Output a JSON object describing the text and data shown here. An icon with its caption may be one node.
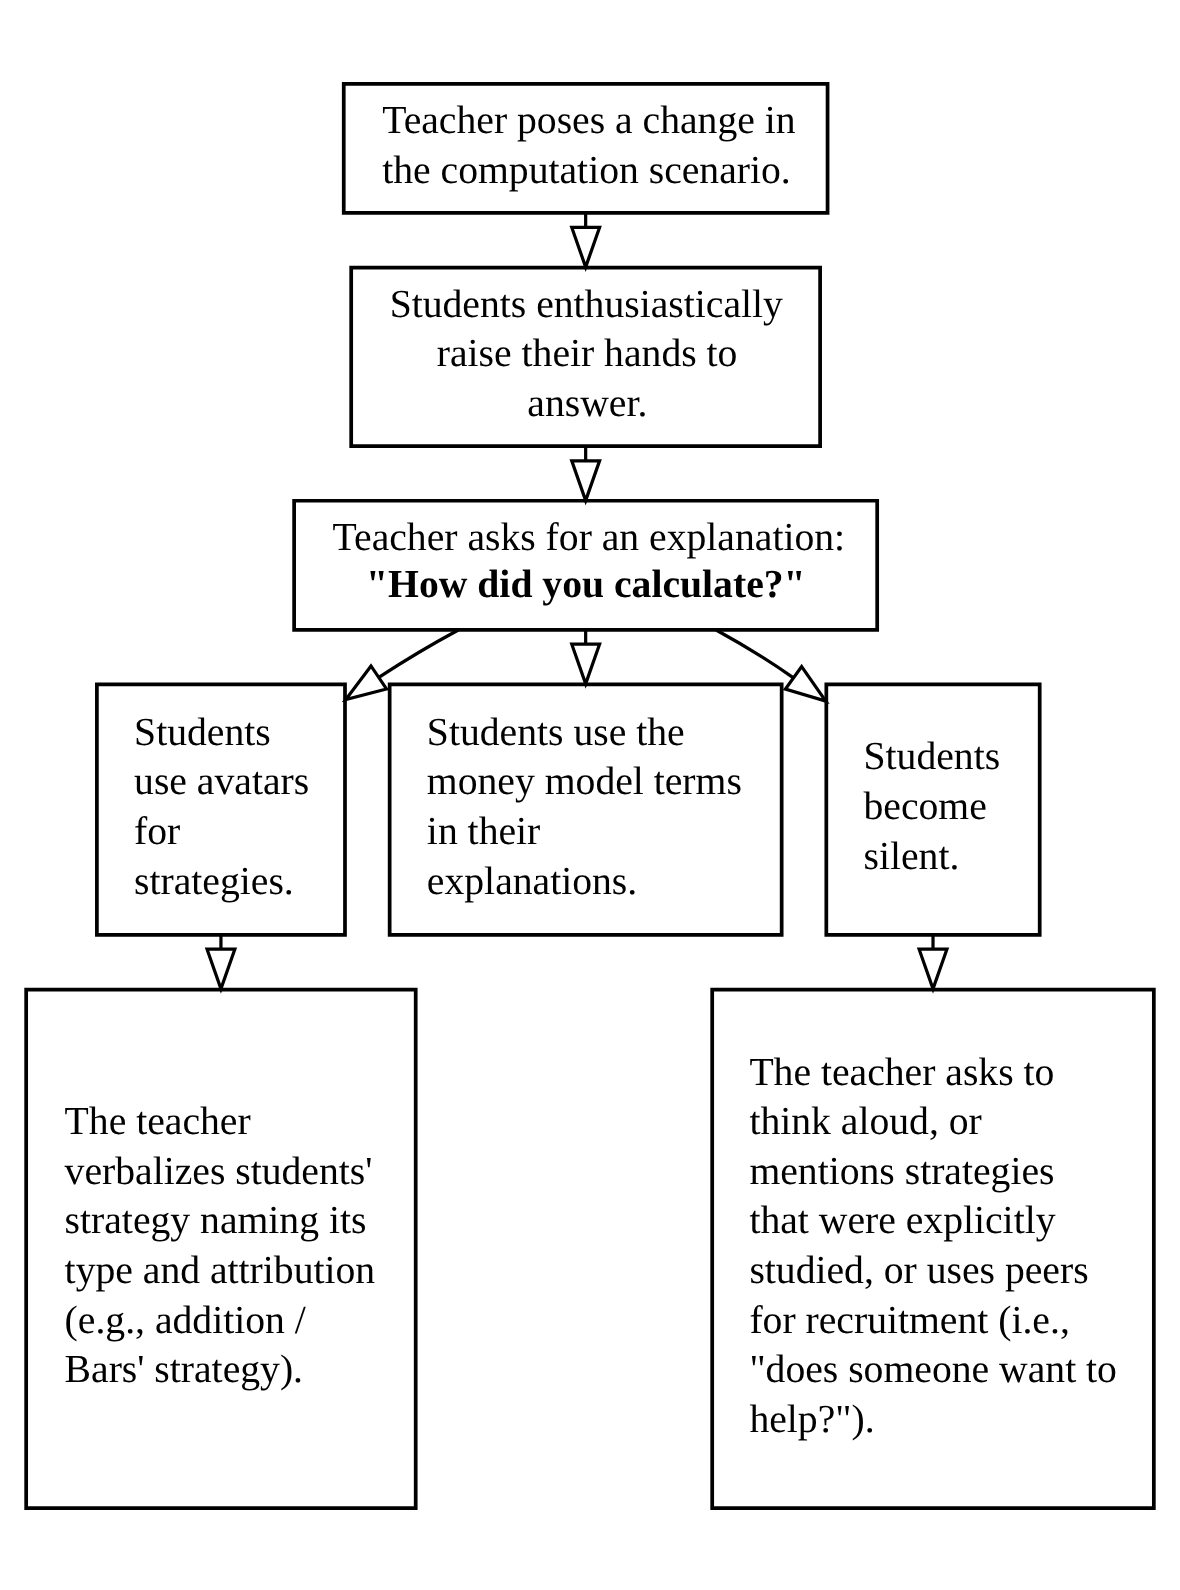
{
  "diagram": {
    "nodes": [
      {
        "text": [
          "Teacher poses a change in the computation scenario."
        ]
      },
      {
        "text": [
          "Students enthusiastically raise their hands to answer."
        ]
      },
      {
        "text": [
          "Teacher asks for an explanation:",
          "\"How did you calculate?\""
        ]
      },
      {
        "text": [
          "Students use avatars for strategies."
        ]
      },
      {
        "text": [
          "Students use the money model terms in their explanations."
        ]
      },
      {
        "text": [
          "Students become silent."
        ]
      },
      {
        "text": [
          "The teacher verbalizes students' strategy naming its type and attribution (e.g., addition / Bars' strategy)."
        ]
      },
      {
        "text": [
          "The teacher asks to think aloud, or mentions strategies that were explicitly studied, or uses peers for recruitment (i.e., \"does someone want to help?\")."
        ]
      }
    ],
    "edges": [
      {
        "from": 0,
        "to": 1,
        "arrow": "to"
      },
      {
        "from": 1,
        "to": 2,
        "arrow": "to"
      },
      {
        "from": 2,
        "to": 3,
        "arrow": "to"
      },
      {
        "from": 2,
        "to": 4,
        "arrow": "to"
      },
      {
        "from": 2,
        "to": 5,
        "arrow": "to"
      },
      {
        "from": 3,
        "to": 6,
        "arrow": "to"
      },
      {
        "from": 5,
        "to": 7,
        "arrow": "to"
      }
    ]
  }
}
